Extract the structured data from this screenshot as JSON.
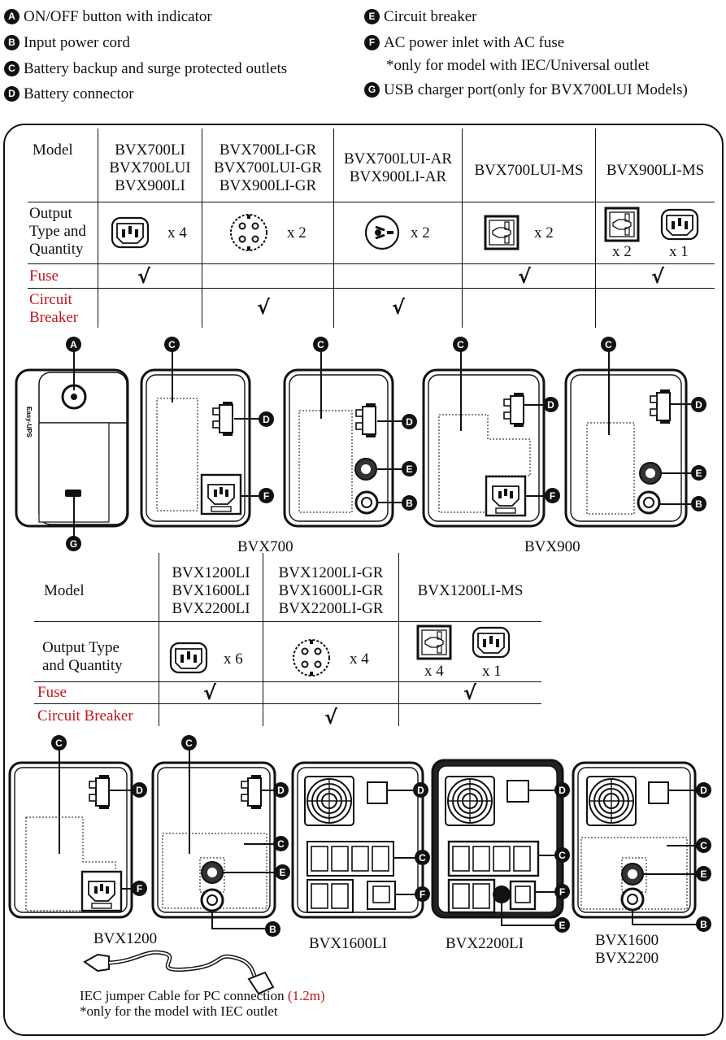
{
  "legend": {
    "A": "ON/OFF button with indicator",
    "B": "Input power cord",
    "C": "Battery backup and surge protected outlets",
    "D": "Battery connector",
    "E": "Circuit breaker",
    "F": "AC power inlet with AC fuse",
    "F_note": "*only for model with IEC/Universal outlet",
    "G": "USB charger port(only for BVX700LUI Models)"
  },
  "table1": {
    "model_label": "Model",
    "models": [
      [
        "BVX700LI",
        "BVX700LUI",
        "BVX900LI"
      ],
      [
        "BVX700LI-GR",
        "BVX700LUI-GR",
        "BVX900LI-GR"
      ],
      [
        "BVX700LUI-AR",
        "BVX900LI-AR"
      ],
      [
        "BVX700LUI-MS"
      ],
      [
        "BVX900LI-MS"
      ]
    ],
    "output_label": [
      "Output",
      "Type and",
      "Quantity"
    ],
    "quantities": [
      "x 4",
      "x 2",
      "x 2",
      "x 2",
      "x 2",
      "x 1"
    ],
    "fuse_label": "Fuse",
    "breaker_label": [
      "Circuit",
      "Breaker"
    ],
    "check": "√"
  },
  "row1_captions": {
    "bvx700": "BVX700",
    "bvx900": "BVX900"
  },
  "table2": {
    "model_label": "Model",
    "models": [
      [
        "BVX1200LI",
        "BVX1600LI",
        "BVX2200LI"
      ],
      [
        "BVX1200LI-GR",
        "BVX1600LI-GR",
        "BVX2200LI-GR"
      ],
      [
        "BVX1200LI-MS"
      ]
    ],
    "output_label": [
      "Output Type",
      "and Quantity"
    ],
    "quantities": [
      "x 6",
      "x 4",
      "x 4",
      "x 1"
    ],
    "fuse_label": "Fuse",
    "breaker_label": "Circuit Breaker",
    "check": "√"
  },
  "row2_captions": {
    "bvx1200": "BVX1200",
    "bvx1600li": "BVX1600LI",
    "bvx2200li": "BVX2200LI",
    "bvx1600_2200": [
      "BVX1600",
      "BVX2200"
    ]
  },
  "cable": {
    "text": "IEC jumper Cable for PC connection ",
    "length": "(1.2m)",
    "note": "*only for the model with IEC outlet"
  },
  "callout_letters": {
    "A": "A",
    "B": "B",
    "C": "C",
    "D": "D",
    "E": "E",
    "F": "F",
    "G": "G"
  }
}
